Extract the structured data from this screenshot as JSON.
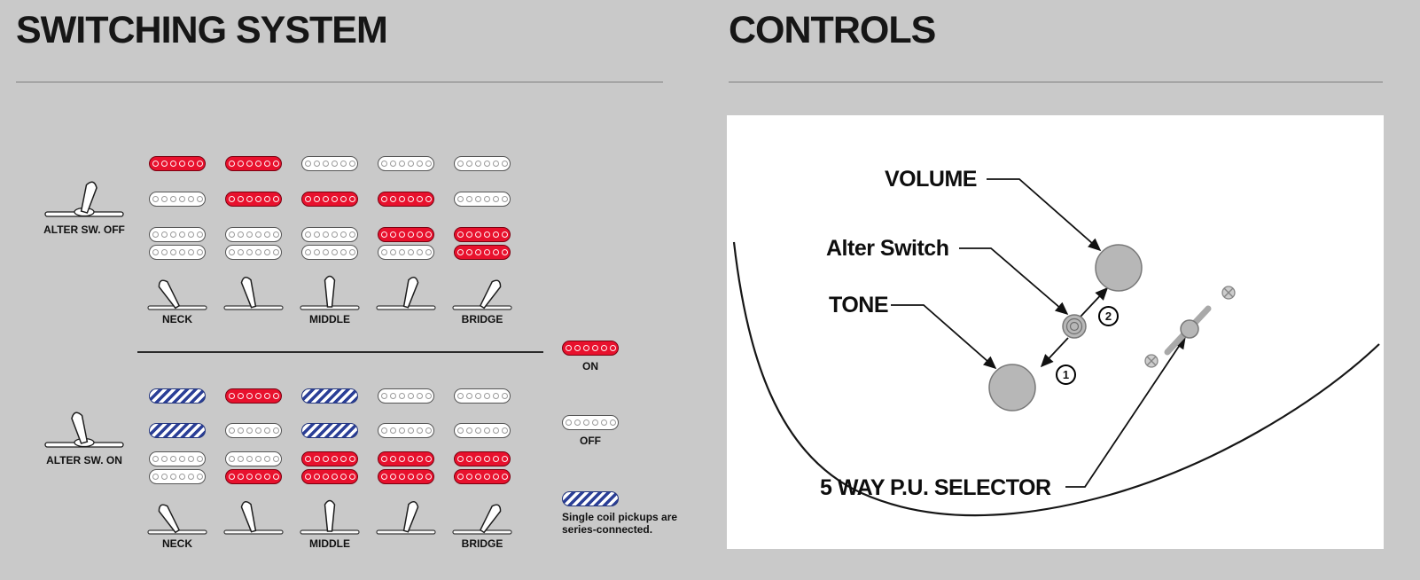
{
  "colors": {
    "bg": "#c9c9c9",
    "panel": "#ffffff",
    "on": "#e8112d",
    "on_border": "#7a0010",
    "series": "#2b3f97",
    "knob": "#b7b7b7",
    "ink": "#111111"
  },
  "switching": {
    "title": "SWITCHING SYSTEM",
    "sections": [
      {
        "switch_label": "ALTER SW. OFF",
        "position_labels": [
          "NECK",
          "MIDDLE",
          "BRIDGE"
        ],
        "rows": [
          {
            "name": "neck",
            "states": [
              "on",
              "on",
              "off",
              "off",
              "off"
            ]
          },
          {
            "name": "middle",
            "states": [
              "off",
              "on",
              "on",
              "on",
              "off"
            ]
          },
          {
            "name": "bridge-top",
            "states": [
              "off",
              "off",
              "off",
              "on",
              "on"
            ]
          },
          {
            "name": "bridge-bottom",
            "states": [
              "off",
              "off",
              "off",
              "off",
              "on"
            ]
          }
        ]
      },
      {
        "switch_label": "ALTER SW. ON",
        "position_labels": [
          "NECK",
          "MIDDLE",
          "BRIDGE"
        ],
        "rows": [
          {
            "name": "neck",
            "states": [
              "series",
              "on",
              "series",
              "off",
              "off"
            ]
          },
          {
            "name": "middle",
            "states": [
              "series",
              "off",
              "series",
              "off",
              "off"
            ]
          },
          {
            "name": "bridge-top",
            "states": [
              "off",
              "off",
              "on",
              "on",
              "on"
            ]
          },
          {
            "name": "bridge-bottom",
            "states": [
              "off",
              "on",
              "on",
              "on",
              "on"
            ]
          }
        ]
      }
    ],
    "legend": [
      {
        "state": "on",
        "label": "ON"
      },
      {
        "state": "off",
        "label": "OFF"
      },
      {
        "state": "series",
        "label": "Single coil pickups are series-connected."
      }
    ]
  },
  "controls": {
    "title": "CONTROLS",
    "labels": {
      "volume": "VOLUME",
      "alter_switch": "Alter Switch",
      "tone": "TONE",
      "selector": "5 WAY P.U. SELECTOR"
    },
    "markers": {
      "one": "1",
      "two": "2"
    }
  }
}
